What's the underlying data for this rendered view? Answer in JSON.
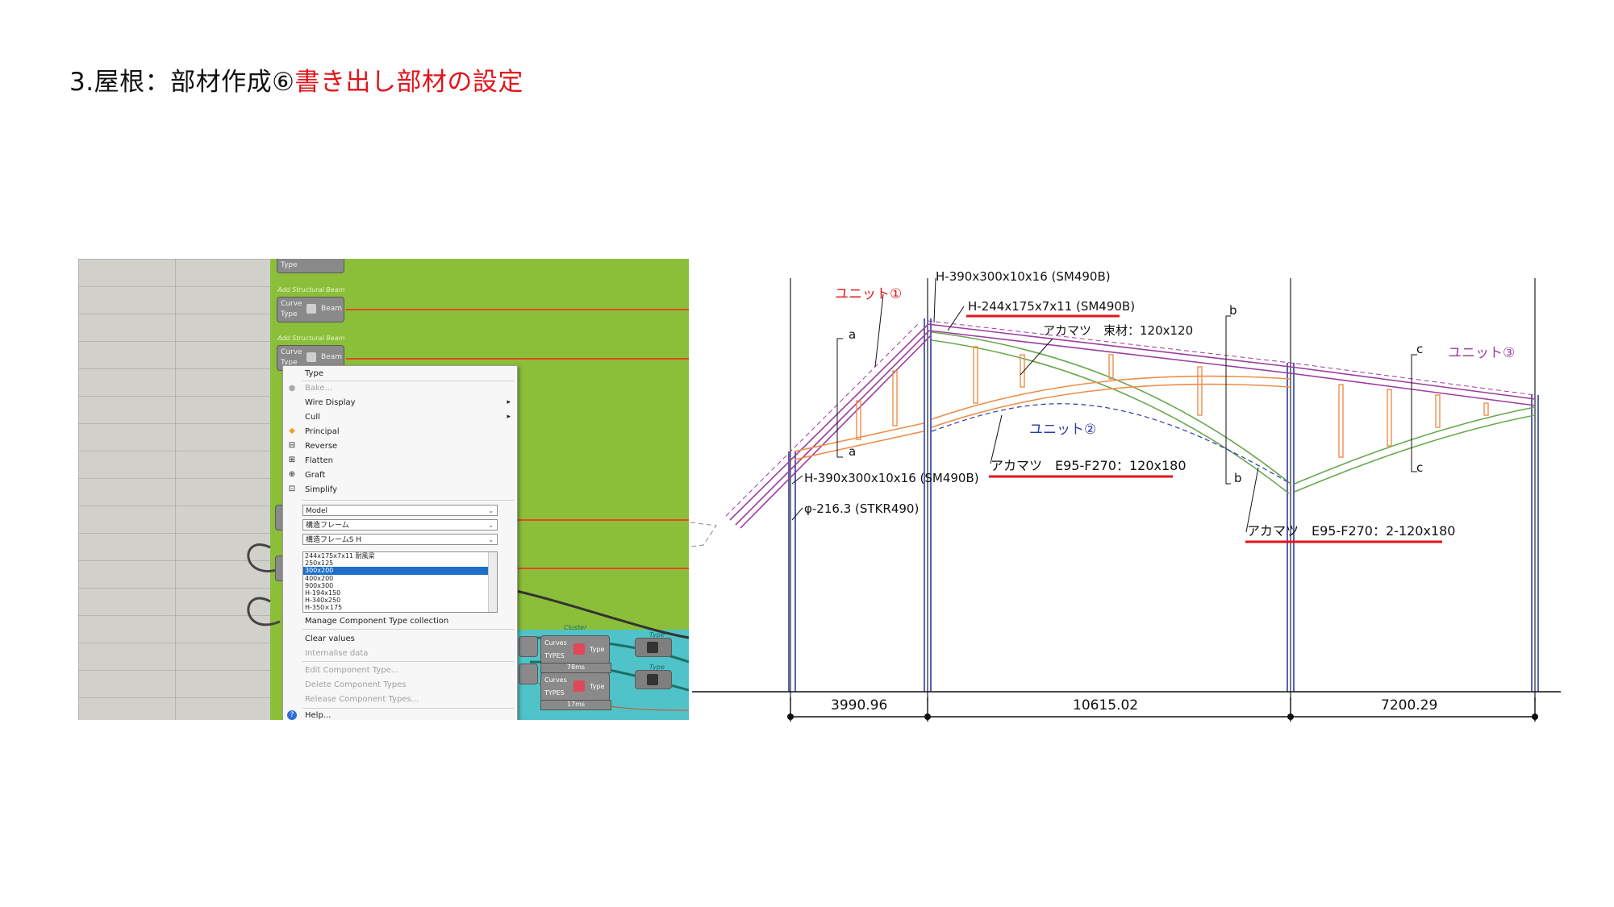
{
  "slide": {
    "title_black": "3.屋根：部材作成⑥",
    "title_red": "書き出し部材の設定"
  },
  "grasshopper": {
    "top_node_param": "Type",
    "group1_label": "Add Structural Beam",
    "group2_label": "Add Structural Beam",
    "node_input_curve": "Curve",
    "node_input_type": "Type",
    "node_output_beam": "Beam",
    "cluster_label": "Cluster",
    "type_label_1": "Type",
    "type_label_2": "Type",
    "cluster_in_curves": "Curves",
    "cluster_in_types": "TYPES",
    "cluster_out_type": "Type",
    "timer_1": "78ms",
    "timer_2": "17ms"
  },
  "context_menu": {
    "type": "Type",
    "bake": "Bake...",
    "wire_display": "Wire Display",
    "cull": "Cull",
    "principal": "Principal",
    "reverse": "Reverse",
    "flatten": "Flatten",
    "graft": "Graft",
    "simplify": "Simplify",
    "dropdown_model": "Model",
    "dropdown_category": "構造フレーム",
    "dropdown_family": "構造フレームS H",
    "type_list": [
      "244x175x7x11 耐風梁",
      "250x125",
      "300x200",
      "400x200",
      "900x300",
      "H-194x150",
      "H-340x250",
      "H-350×175"
    ],
    "type_list_selected": "300x200",
    "manage_collection": "Manage Component Type collection",
    "clear_values": "Clear values",
    "internalise": "Internalise data",
    "edit_type": "Edit Component Type...",
    "delete_types": "Delete Component Types",
    "release_types": "Release Component Types...",
    "help": "Help..."
  },
  "drawing": {
    "labels": {
      "h390_top": "H-390x300x10x16 (SM490B)",
      "h244": "H-244x175x7x11 (SM490B)",
      "akamatsu_tsuka": "アカマツ　束材：120x120",
      "unit1": "ユニット①",
      "unit2": "ユニット②",
      "unit3": "ユニット③",
      "h390_bottom": "H-390x300x10x16 (SM490B)",
      "pipe": "φ-216.3 (STKR490)",
      "akamatsu_1": "アカマツ　E95-F270：120x180",
      "akamatsu_2": "アカマツ　E95-F270：2-120x180",
      "sec_a1": "a",
      "sec_a2": "a",
      "sec_b1": "b",
      "sec_b2": "b",
      "sec_c1": "c",
      "sec_c2": "c"
    },
    "dimensions": [
      "3990.96",
      "10615.02",
      "7200.29"
    ],
    "colors": {
      "purple": "#9b3d9e",
      "green": "#6aa84f",
      "orange": "#ee8e4a",
      "blue": "#2c3aa8",
      "red_underline": "#e3141b"
    }
  }
}
